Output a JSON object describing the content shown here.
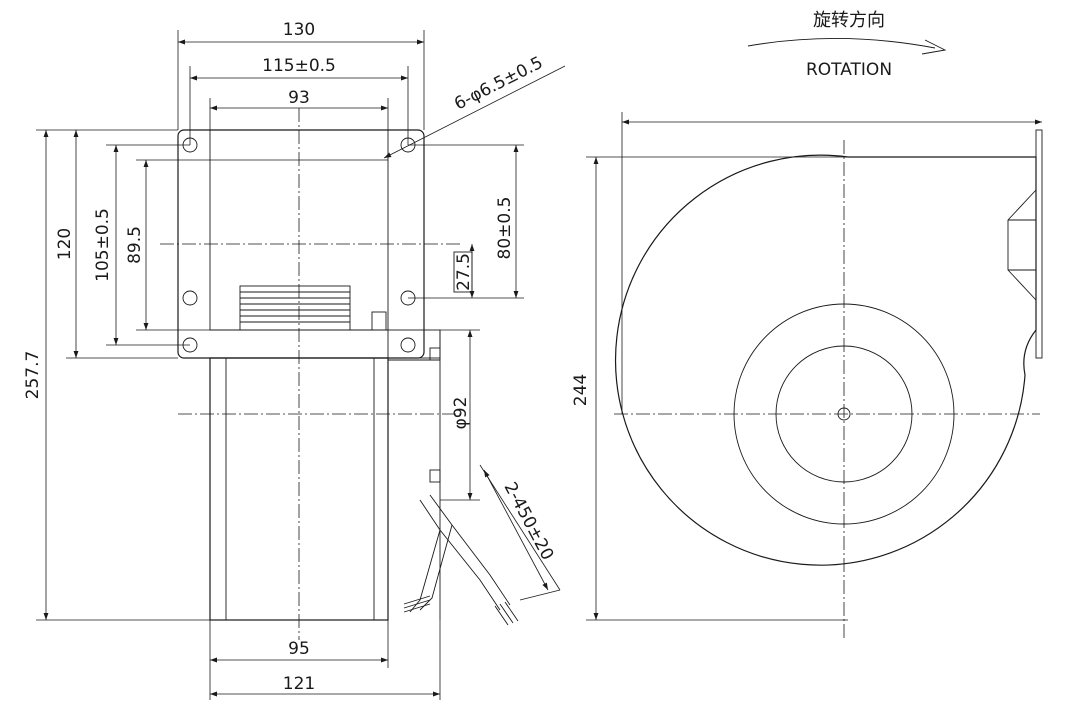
{
  "front_view": {
    "width_overall": "130",
    "hole_span": "115±0.5",
    "inner_width": "93",
    "holes": "6-φ6.5±0.5",
    "height_flange": "120",
    "hole_span_v": "105±0.5",
    "inner_height": "89.5",
    "hole_span_right": "80±0.5",
    "offset": "27.5",
    "total_height": "257.7",
    "motor_dia": "φ92",
    "lead": "2-450±20",
    "motor_width": "95",
    "depth": "121"
  },
  "side_view": {
    "rotation_cn": "旋转方向",
    "rotation_en": "ROTATION",
    "height": "244"
  }
}
